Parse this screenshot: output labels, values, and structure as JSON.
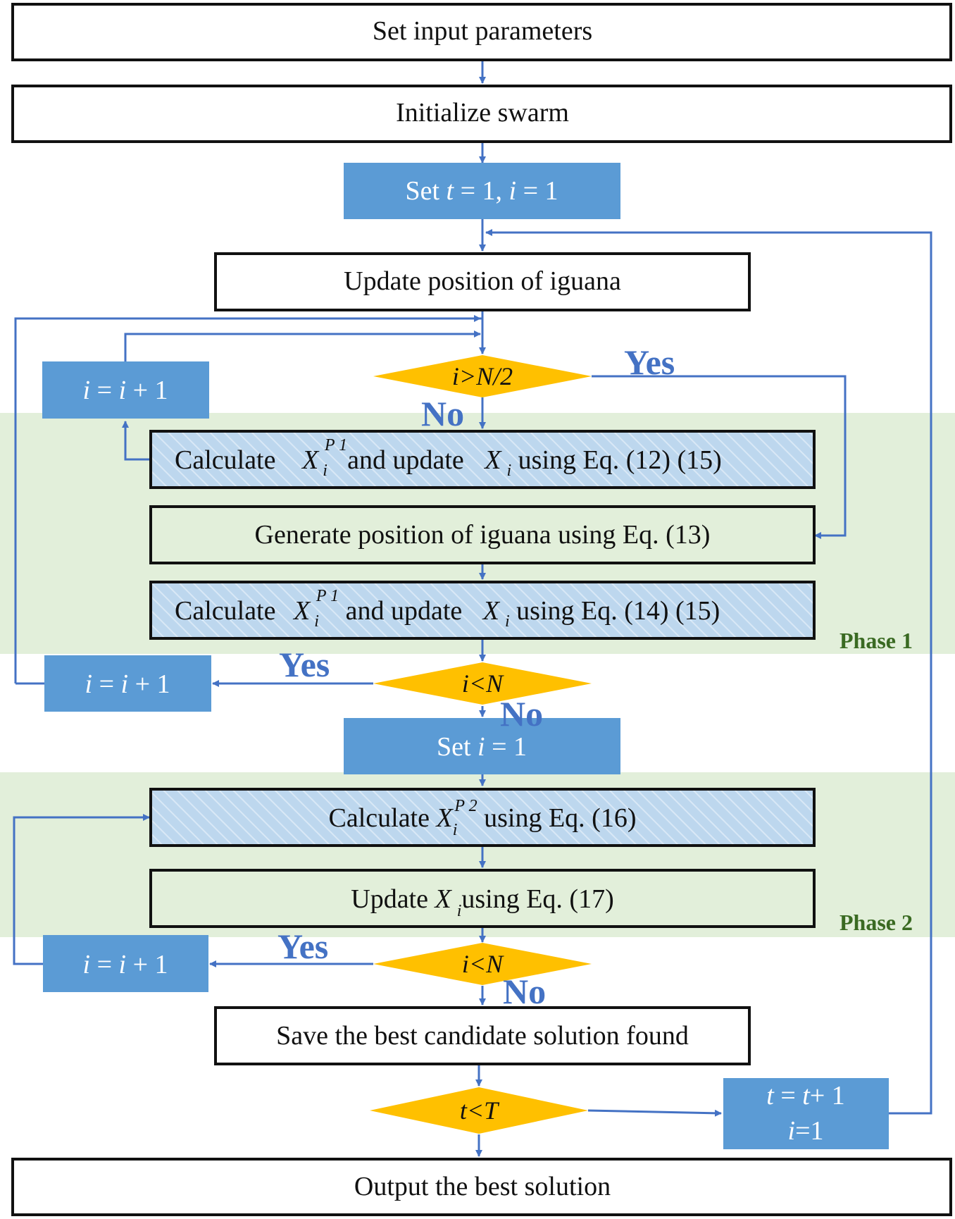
{
  "nodes": {
    "set_input": "Set input parameters",
    "init_swarm": "Initialize  swarm",
    "set_t_i": {
      "pre": "Set ",
      "t": "t",
      "mid": " = 1, ",
      "i": "i",
      "post": " = 1"
    },
    "update_pos": "Update position of iguana",
    "cond_half": {
      "i": "i",
      "op": ">",
      "n": "N",
      "rest": "/2"
    },
    "inc_top": {
      "a": "i",
      "eq": " = ",
      "b": "i",
      "plus": " + 1"
    },
    "calc1": {
      "pre": "Calculate ",
      "x": "X",
      "sub": "i",
      "sup": "P 1",
      "mid": "and update ",
      "x2": "X",
      "sub2": "i",
      "post": " using Eq. (12) (15)"
    },
    "generate": "Generate position of iguana using Eq. (13)",
    "calc2": {
      "pre": "Calculate ",
      "x": "X",
      "sub": "i",
      "sup": "P 1",
      "mid": " and update ",
      "x2": "X",
      "sub2": "i",
      "post": " using Eq. (14) (15)"
    },
    "cond_n1": {
      "i": "i",
      "op": "<",
      "n": "N"
    },
    "inc_mid": {
      "a": "i",
      "eq": " = ",
      "b": "i",
      "plus": " + 1"
    },
    "set_i": {
      "pre": "Set ",
      "i": "i",
      "post": " = 1"
    },
    "calc3": {
      "pre": "Calculate ",
      "x": "X",
      "sub": "i",
      "sup": "P 2",
      "post": " using Eq. (16)"
    },
    "update_x": {
      "pre": "Update  ",
      "x": "X",
      "sub": "i",
      "post": "using Eq. (17)"
    },
    "cond_n2": {
      "i": "i",
      "op": "<",
      "n": "N"
    },
    "inc_bot": {
      "a": "i",
      "eq": " = ",
      "b": "i",
      "plus": " + 1"
    },
    "save_best": "Save the best candidate solution found",
    "cond_t": {
      "t": "t",
      "op": "<",
      "T": "T"
    },
    "inc_t": {
      "l1a": "t",
      "l1b": " = ",
      "l1c": "t",
      "l1d": "+ 1",
      "l2a": "i",
      "l2b": "=1"
    },
    "output": "Output the best solution"
  },
  "labels": {
    "yes": "Yes",
    "no": "No",
    "phase1": "Phase 1",
    "phase2": "Phase 2"
  },
  "colors": {
    "arrow": "#4472C4",
    "blue_box": "#5B9BD5",
    "diamond": "#FFC000",
    "phase_band": "#E2EFDA",
    "hatched": "#BDD7EE",
    "phase_text": "#3A6A22"
  }
}
